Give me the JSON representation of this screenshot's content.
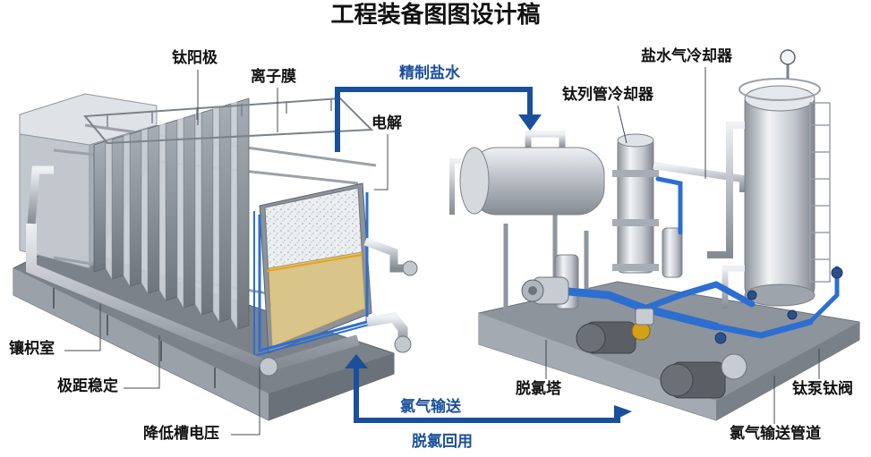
{
  "title": "工程装备图图设计稿",
  "labels": {
    "titanium_anode": "钛阳极",
    "ion_membrane": "离子膜",
    "electrolysis": "电解",
    "cathode_chamber": "镶枳室",
    "pole_distance": "极距稳定",
    "reduce_voltage": "降低槽电压",
    "titanium_cooler": "钛列管冷却器",
    "brine_gas_cooler": "盐水气冷却器",
    "dechlorination_tower": "脱氯塔",
    "titanium_pump_valve": "钛泵钛阀",
    "chlorine_pipeline": "氯气输送管道"
  },
  "flows": {
    "refined_brine": "精制盐水",
    "chlorine_transport": "氯气输送",
    "dechlorination_reuse": "脱氯回用"
  },
  "colors": {
    "flow_arrow": "#1a4f9c",
    "flow_text": "#1a4f9c",
    "membrane": "#d9c48a",
    "steel": "#b9bec5",
    "pipe_blue": "#2c6fd1",
    "motor": "#5a5f66"
  }
}
